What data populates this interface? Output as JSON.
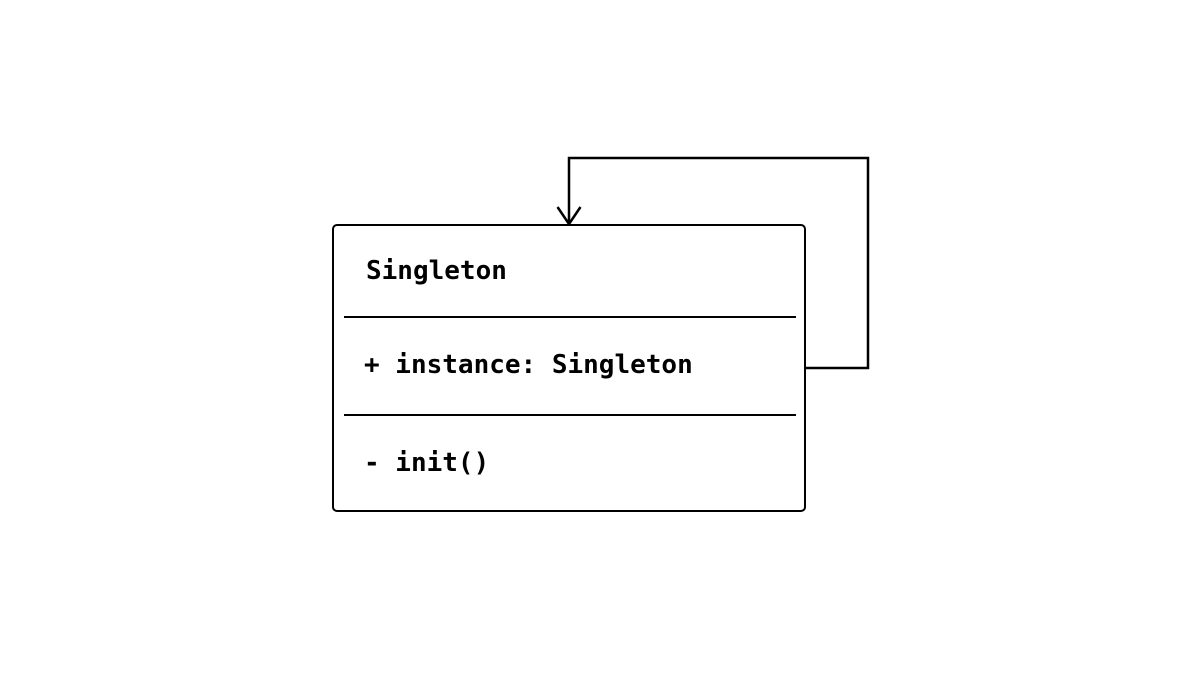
{
  "diagram": {
    "kind": "uml-class-diagram",
    "pattern": "Singleton",
    "background_color": "#ffffff",
    "stroke_color": "#000000",
    "classes": [
      {
        "name": "Singleton",
        "attributes": [
          {
            "visibility": "+",
            "text": "+ instance: Singleton"
          }
        ],
        "operations": [
          {
            "visibility": "-",
            "text": "- init()"
          }
        ]
      }
    ],
    "relationships": [
      {
        "type": "association",
        "source": "Singleton",
        "target": "Singleton",
        "self_reference": true,
        "arrowhead": "open",
        "label": ""
      }
    ]
  }
}
